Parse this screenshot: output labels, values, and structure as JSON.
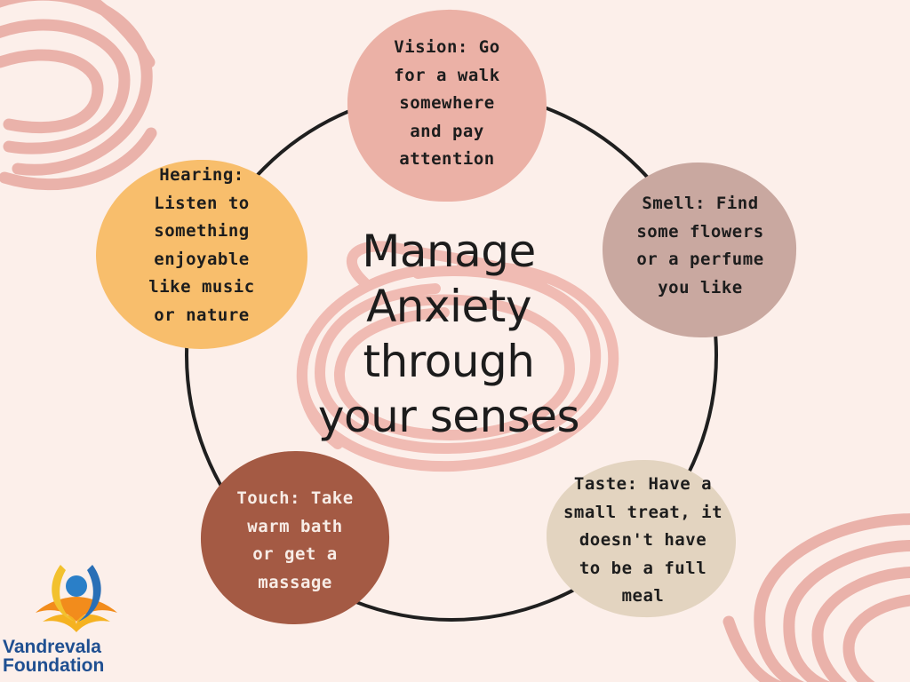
{
  "title_lines": [
    "Manage",
    "Anxiety",
    "through",
    "your senses"
  ],
  "senses": {
    "vision": {
      "lines": [
        "Vision: Go",
        "for a walk",
        "somewhere",
        "and pay",
        "attention"
      ],
      "color": "#ebb1a6"
    },
    "smell": {
      "lines": [
        "Smell: Find",
        "some flowers",
        "or a perfume",
        "you like"
      ],
      "color": "#c9a8a0"
    },
    "taste": {
      "lines": [
        "Taste: Have a",
        "small treat, it",
        "doesn't have",
        "to be a full",
        "meal"
      ],
      "color": "#e3d4c0"
    },
    "touch": {
      "lines": [
        "Touch: Take",
        "warm bath",
        "or get a",
        "massage"
      ],
      "color": "#a45a44"
    },
    "hearing": {
      "lines": [
        "Hearing:",
        "Listen to",
        "something",
        "enjoyable",
        "like music",
        "or nature"
      ],
      "color": "#f8be6c"
    }
  },
  "logo": {
    "lines": [
      "Vandrevala",
      "Foundation"
    ],
    "icon": "vandrevala-logo-icon"
  },
  "colors": {
    "background": "#fcefea",
    "scribble": "#eab2aa",
    "ring": "#1f1f1f",
    "logo_text": "#1f4f91"
  }
}
